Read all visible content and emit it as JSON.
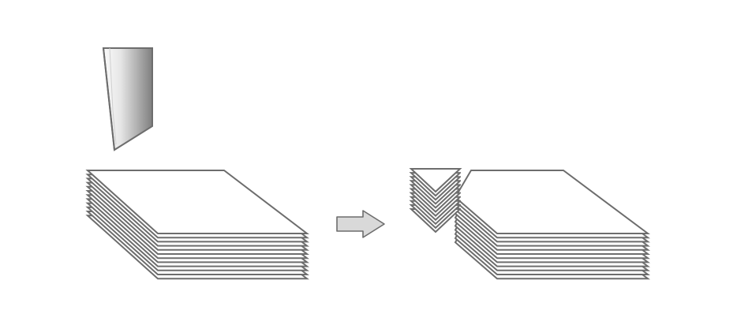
{
  "diagram": {
    "description_visible_text": "",
    "colors": {
      "background": "#ffffff",
      "stroke": "#6d6d6d",
      "sheet_fill": "#ffffff",
      "blade_light": "#f2f2f2",
      "blade_dark": "#8a8a8a",
      "arrow_fill": "#d9d9d9"
    },
    "elements": {
      "blade": {
        "icon": "cutting-blade-icon"
      },
      "arrow": {
        "icon": "right-arrow-icon"
      },
      "stack_before": {
        "sheet_count": 12
      },
      "stack_after": {
        "sheet_count": 12,
        "notch": "v-notch-cut"
      }
    }
  }
}
